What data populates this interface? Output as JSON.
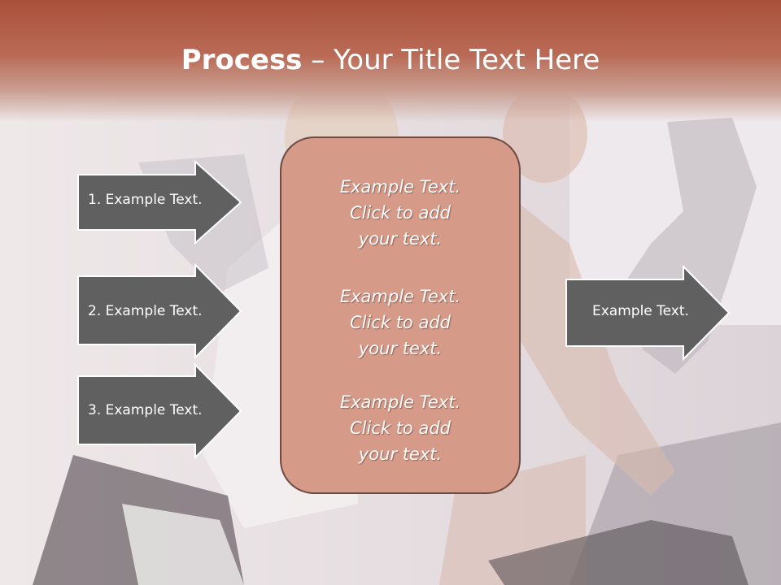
{
  "slide": {
    "title_bold": "Process",
    "title_rest": " – Your Title Text Here",
    "left_arrows": [
      {
        "label": "1. Example Text."
      },
      {
        "label": "2. Example Text."
      },
      {
        "label": "3. Example Text."
      }
    ],
    "center_box": {
      "paragraphs": [
        {
          "line1": "Example Text.",
          "line2": "Click  to add",
          "line3": "your text."
        },
        {
          "line1": "Example Text.",
          "line2": "Click  to add",
          "line3": "your text."
        },
        {
          "line1": "Example Text.",
          "line2": "Click  to add",
          "line3": "your text."
        }
      ]
    },
    "right_arrow": {
      "label": "Example Text."
    }
  },
  "colors": {
    "title_band": "#a9503a",
    "arrow_fill": "#606060",
    "center_box_fill": "#d69a89",
    "center_box_border": "#6e4a42"
  },
  "icons": {
    "background": "gym-cycling-photo"
  }
}
